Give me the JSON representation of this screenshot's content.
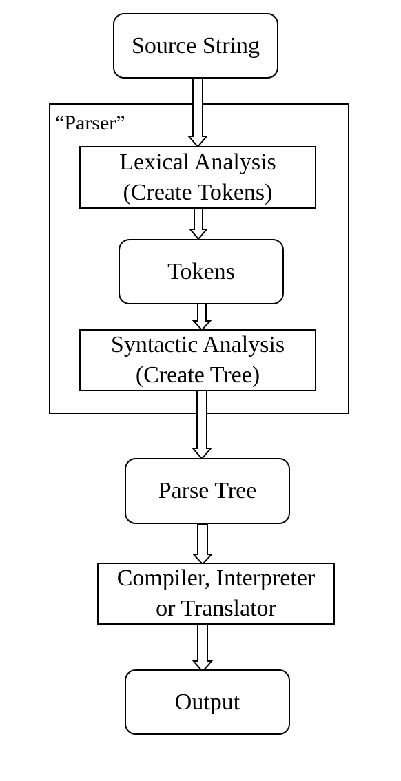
{
  "diagram": {
    "group": {
      "label": "“Parser”"
    },
    "nodes": {
      "source_string": {
        "lines": [
          "Source String"
        ]
      },
      "lexical_analysis": {
        "lines": [
          "Lexical Analysis",
          "(Create Tokens)"
        ]
      },
      "tokens": {
        "lines": [
          "Tokens"
        ]
      },
      "syntactic_analysis": {
        "lines": [
          "Syntactic Analysis",
          "(Create Tree)"
        ]
      },
      "parse_tree": {
        "lines": [
          "Parse Tree"
        ]
      },
      "compiler": {
        "lines": [
          "Compiler, Interpreter",
          "or Translator"
        ]
      },
      "output": {
        "lines": [
          "Output"
        ]
      }
    },
    "edges": [
      {
        "from": "source_string",
        "to": "lexical_analysis"
      },
      {
        "from": "lexical_analysis",
        "to": "tokens"
      },
      {
        "from": "tokens",
        "to": "syntactic_analysis"
      },
      {
        "from": "syntactic_analysis",
        "to": "parse_tree"
      },
      {
        "from": "parse_tree",
        "to": "compiler"
      },
      {
        "from": "compiler",
        "to": "output"
      }
    ]
  }
}
